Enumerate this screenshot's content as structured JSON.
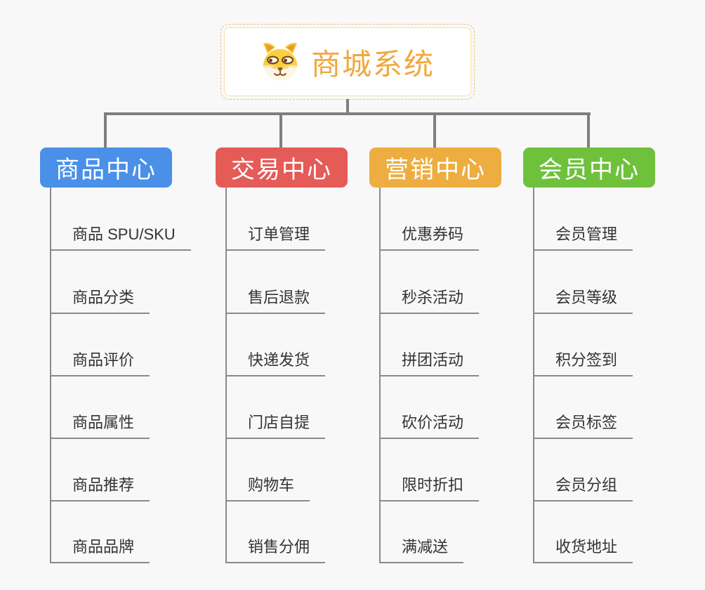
{
  "root": {
    "title": "商城系统",
    "icon": "dog-face-icon",
    "title_color": "#f1a83d",
    "border_color": "#f0c271"
  },
  "connector_color": "#7f7f7f",
  "branches": [
    {
      "label": "商品中心",
      "color": "#4a90e8",
      "items": [
        "商品 SPU/SKU",
        "商品分类",
        "商品评价",
        "商品属性",
        "商品推荐",
        "商品品牌"
      ]
    },
    {
      "label": "交易中心",
      "color": "#e45b58",
      "items": [
        "订单管理",
        "售后退款",
        "快递发货",
        "门店自提",
        "购物车",
        "销售分佣"
      ]
    },
    {
      "label": "营销中心",
      "color": "#edad40",
      "items": [
        "优惠券码",
        "秒杀活动",
        "拼团活动",
        "砍价活动",
        "限时折扣",
        "满减送"
      ]
    },
    {
      "label": "会员中心",
      "color": "#6fc13c",
      "items": [
        "会员管理",
        "会员等级",
        "积分签到",
        "会员标签",
        "会员分组",
        "收货地址"
      ]
    }
  ]
}
